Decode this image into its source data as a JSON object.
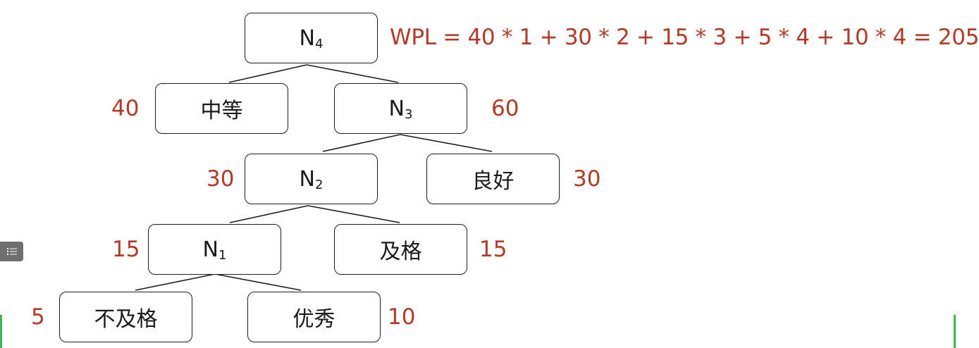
{
  "formula": "WPL = 40 * 1 + 30 * 2 + 15 * 3 + 5 * 4 + 10 * 4 = 205",
  "nodes": {
    "n4": {
      "base": "N",
      "sub": "4"
    },
    "zhongdeng": {
      "label": "中等"
    },
    "n3": {
      "base": "N",
      "sub": "3"
    },
    "n2": {
      "base": "N",
      "sub": "2"
    },
    "lianghao": {
      "label": "良好"
    },
    "n1": {
      "base": "N",
      "sub": "1"
    },
    "jige": {
      "label": "及格"
    },
    "bujige": {
      "label": "不及格"
    },
    "youxiu": {
      "label": "优秀"
    }
  },
  "weights": {
    "zhongdeng": "40",
    "n3": "60",
    "n2": "30",
    "lianghao": "30",
    "n1": "15",
    "jige": "15",
    "bujige": "5",
    "youxiu": "10"
  },
  "side_tab_icon": "list-icon",
  "colors": {
    "weight": "#b23a28",
    "border": "#1e1e1e",
    "accent_bar": "#36b85a"
  }
}
